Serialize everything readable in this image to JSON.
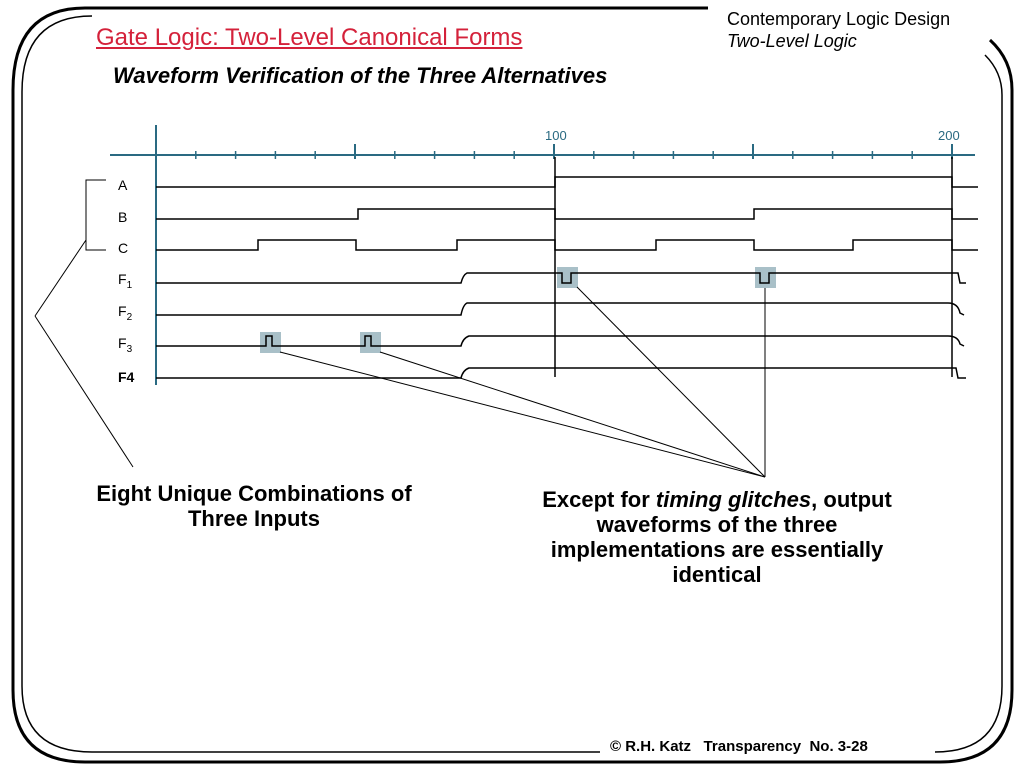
{
  "header": {
    "title": "Gate Logic: Two-Level Canonical Forms",
    "course": "Contemporary Logic Design",
    "section": "Two-Level Logic"
  },
  "subtitle": "Waveform Verification of the Three Alternatives",
  "timeline": {
    "labels": [
      "100",
      "200"
    ]
  },
  "signals": {
    "A": "A",
    "B": "B",
    "C": "C",
    "F1": {
      "base": "F",
      "sub": "1"
    },
    "F2": {
      "base": "F",
      "sub": "2"
    },
    "F3": {
      "base": "F",
      "sub": "3"
    },
    "F4": "F4"
  },
  "captions": {
    "left": "Eight Unique Combinations of Three Inputs",
    "right_prefix": "Except for ",
    "right_em": "timing glitches",
    "right_suffix": ", output waveforms of the three implementations are essentially identical"
  },
  "footer": "© R.H. Katz   Transparency  No. 3-28",
  "colors": {
    "title": "#d4213a",
    "axis": "#2a6a82",
    "glitch_box": "#a9c0c8",
    "wave": "#000000"
  }
}
